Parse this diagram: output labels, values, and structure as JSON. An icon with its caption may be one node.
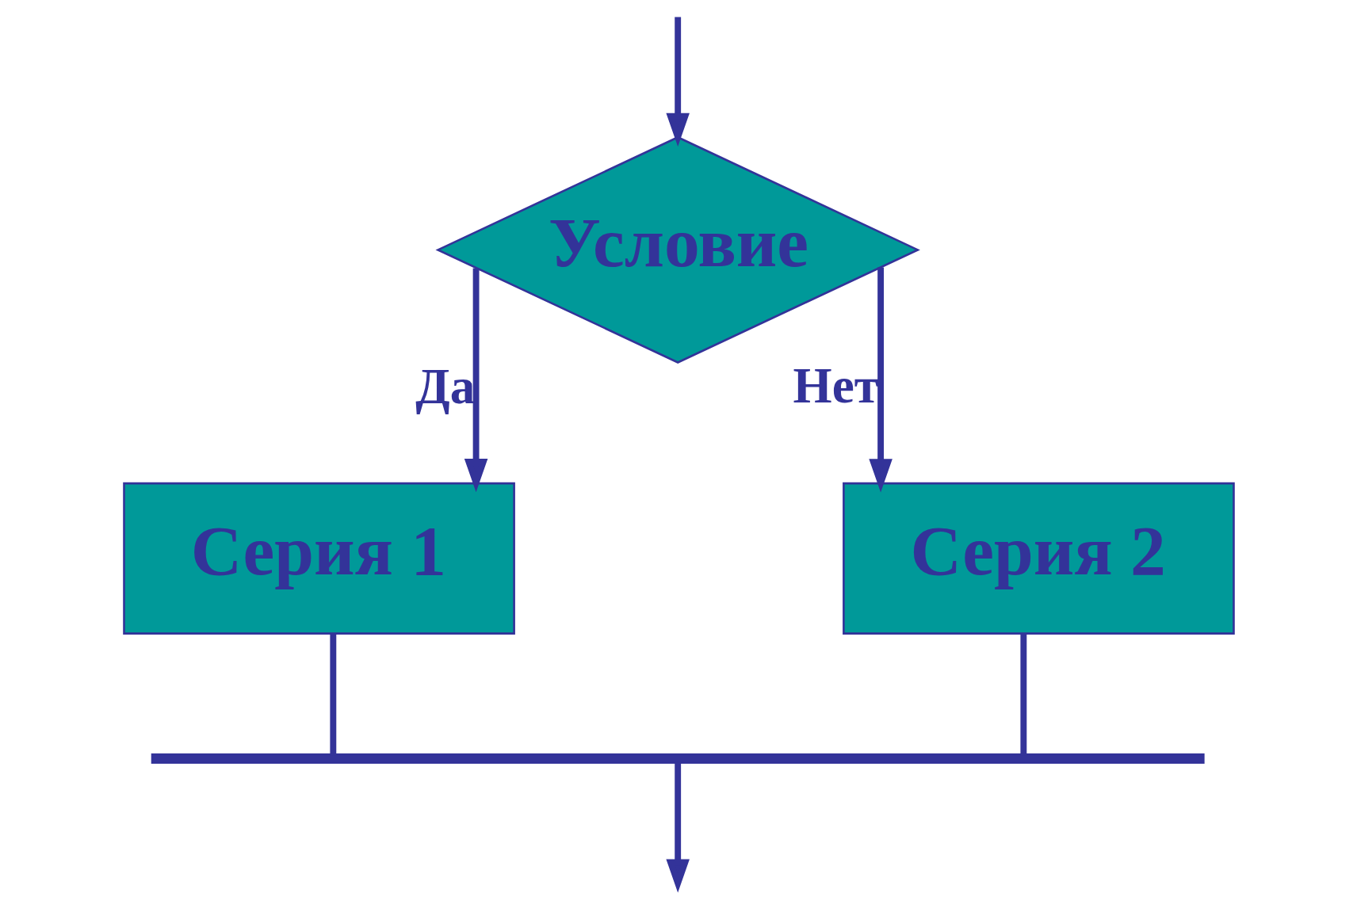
{
  "diagram": {
    "nodes": [
      {
        "text": [
          "Условие"
        ]
      },
      {
        "text": [
          "Серия 1"
        ]
      },
      {
        "text": [
          "Серия 2"
        ]
      },
      {
        "text": [],
        "shape": "bar"
      }
    ],
    "edges": [
      {
        "from": null,
        "to": 0,
        "arrow": "to"
      },
      {
        "from": 0,
        "to": 1,
        "label": "Да",
        "arrow": "to"
      },
      {
        "from": 0,
        "to": 2,
        "label": "Нет",
        "arrow": "to"
      },
      {
        "from": 1,
        "to": 3,
        "arrow": "none"
      },
      {
        "from": 2,
        "to": 3,
        "arrow": "none"
      },
      {
        "from": 3,
        "to": null,
        "arrow": "to"
      }
    ]
  }
}
